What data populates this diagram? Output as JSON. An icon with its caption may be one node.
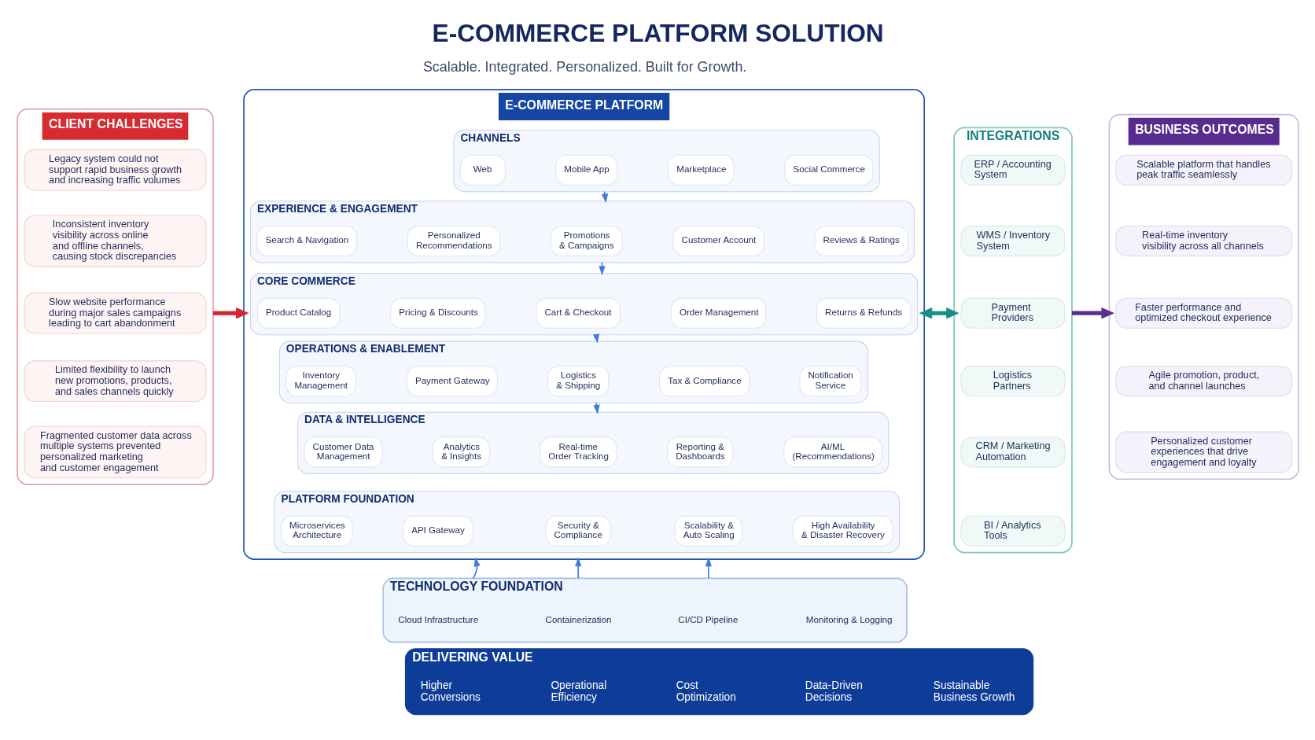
{
  "diagram": {
    "title": "E-COMMERCE PLATFORM SOLUTION",
    "nodes": [
      {
        "text": [
          "CLIENT CHALLENGES"
        ]
      },
      {
        "text": [
          "Legacy system could not support rapid business growth and increasing traffic volumes"
        ],
        "in": 0
      },
      {
        "text": [
          "Inconsistent inventory visibility across online and offline channels, causing stock discrepancies"
        ],
        "in": 0
      },
      {
        "text": [
          "Slow website performance during major sales campaigns leading to cart abandonment"
        ],
        "in": 0
      },
      {
        "text": [
          "Limited flexibility to launch new promotions, products, and sales channels quickly"
        ],
        "in": 0
      },
      {
        "text": [
          "Fragmented customer data across multiple systems prevented personalized marketing and customer engagement"
        ],
        "in": 0
      },
      {
        "text": [
          "E-COMMERCE PLATFORM"
        ]
      },
      {
        "text": [
          "CHANNELS"
        ],
        "in": 6
      },
      {
        "text": [
          "Web"
        ],
        "in": 7
      },
      {
        "text": [
          "Mobile App"
        ],
        "in": 7
      },
      {
        "text": [
          "Marketplace"
        ],
        "in": 7
      },
      {
        "text": [
          "Social Commerce"
        ],
        "in": 7
      },
      {
        "text": [
          "EXPERIENCE & ENGAGEMENT"
        ],
        "in": 6
      },
      {
        "text": [
          "Search & Navigation"
        ],
        "in": 12
      },
      {
        "text": [
          "Personalized Recommendations"
        ],
        "in": 12
      },
      {
        "text": [
          "Promotions & Campaigns"
        ],
        "in": 12
      },
      {
        "text": [
          "Customer Account"
        ],
        "in": 12
      },
      {
        "text": [
          "Reviews & Ratings"
        ],
        "in": 12
      },
      {
        "text": [
          "CORE COMMERCE"
        ],
        "in": 6
      },
      {
        "text": [
          "Product Catalog"
        ],
        "in": 18
      },
      {
        "text": [
          "Pricing & Discounts"
        ],
        "in": 18
      },
      {
        "text": [
          "Cart & Checkout"
        ],
        "in": 18
      },
      {
        "text": [
          "Order Management"
        ],
        "in": 18
      },
      {
        "text": [
          "Returns & Refunds"
        ],
        "in": 18
      },
      {
        "text": [
          "OPERATIONS & ENABLEMENT"
        ],
        "in": 6
      },
      {
        "text": [
          "Inventory Management"
        ],
        "in": 24
      },
      {
        "text": [
          "Payment Gateway"
        ],
        "in": 24
      },
      {
        "text": [
          "Logistics & Shipping"
        ],
        "in": 24
      },
      {
        "text": [
          "Tax & Compliance"
        ],
        "in": 24
      },
      {
        "text": [
          "Notification Service"
        ],
        "in": 24
      },
      {
        "text": [
          "DATA & INTELLIGENCE"
        ],
        "in": 6
      },
      {
        "text": [
          "Customer Data Management"
        ],
        "in": 30
      },
      {
        "text": [
          "Analytics & Insights"
        ],
        "in": 30
      },
      {
        "text": [
          "Real-time Order Tracking"
        ],
        "in": 30
      },
      {
        "text": [
          "Reporting & Dashboards"
        ],
        "in": 30
      },
      {
        "text": [
          "AI/ML",
          "(Recommendations)"
        ],
        "in": 30
      },
      {
        "text": [
          "PLATFORM FOUNDATION"
        ],
        "in": 6
      },
      {
        "text": [
          "Microservices Architecture"
        ],
        "in": 36
      },
      {
        "text": [
          "API Gateway"
        ],
        "in": 36
      },
      {
        "text": [
          "Security & Compliance"
        ],
        "in": 36
      },
      {
        "text": [
          "Scalability & Auto Scaling"
        ],
        "in": 36
      },
      {
        "text": [
          "High Availability & Disaster Recovery"
        ],
        "in": 36
      },
      {
        "text": [
          "INTEGRATIONS"
        ]
      },
      {
        "text": [
          "ERP / Accounting System"
        ],
        "in": 42
      },
      {
        "text": [
          "WMS / Inventory System"
        ],
        "in": 42
      },
      {
        "text": [
          "Payment Providers"
        ],
        "in": 42
      },
      {
        "text": [
          "Logistics Partners"
        ],
        "in": 42
      },
      {
        "text": [
          "CRM / Marketing Automation"
        ],
        "in": 42
      },
      {
        "text": [
          "BI / Analytics Tools"
        ],
        "in": 42
      },
      {
        "text": [
          "BUSINESS OUTCOMES"
        ]
      },
      {
        "text": [
          "Scalable platform that handles peak traffic seamlessly"
        ],
        "in": 49
      },
      {
        "text": [
          "Real-time inventory visibility across all channels"
        ],
        "in": 49
      },
      {
        "text": [
          "Faster performance and optimized checkout experience"
        ],
        "in": 49
      },
      {
        "text": [
          "Agile promotion, product, and channel launches"
        ],
        "in": 49
      },
      {
        "text": [
          "Personalized customer experiences that drive engagement and loyalty"
        ],
        "in": 49
      },
      {
        "text": [
          "TECHNOLOGY FOUNDATION"
        ]
      },
      {
        "text": [
          "Cloud Infrastructure"
        ],
        "in": 55
      },
      {
        "text": [
          "Containerization"
        ],
        "in": 55
      },
      {
        "text": [
          "CI/CD Pipeline"
        ],
        "in": 55
      },
      {
        "text": [
          "Monitoring & Logging"
        ],
        "in": 55
      },
      {
        "text": [
          "DELIVERING VALUE"
        ]
      },
      {
        "text": [
          "Higher Conversions"
        ],
        "in": 60
      },
      {
        "text": [
          "Operational Efficiency"
        ],
        "in": 60
      },
      {
        "text": [
          "Cost Optimization"
        ],
        "in": 60
      },
      {
        "text": [
          "Data-Driven Decisions"
        ],
        "in": 60
      },
      {
        "text": [
          "Sustainable Business Growth"
        ],
        "in": 60
      }
    ],
    "edges": [
      {
        "from": 0,
        "to": 6,
        "arrow": "to",
        "style": "thick",
        "color": "#d7262e"
      },
      {
        "from": 42,
        "to": 6,
        "arrow": "both",
        "style": "thick",
        "color": "#17908a"
      },
      {
        "from": 42,
        "to": 49,
        "arrow": "to",
        "style": "thick",
        "color": "#5b2d91"
      },
      {
        "from": 7,
        "to": 12,
        "arrow": "to"
      },
      {
        "from": 12,
        "to": 18,
        "arrow": "to"
      },
      {
        "from": 18,
        "to": 24,
        "arrow": "to"
      },
      {
        "from": 24,
        "to": 30,
        "arrow": "to"
      },
      {
        "from": 55,
        "to": 6,
        "arrow": "to"
      },
      {
        "from": 55,
        "to": 6,
        "arrow": "to"
      },
      {
        "from": 55,
        "to": 6,
        "arrow": "to"
      }
    ],
    "labels": [
      "Scalable. Integrated. Personalized. Built for Growth."
    ]
  }
}
